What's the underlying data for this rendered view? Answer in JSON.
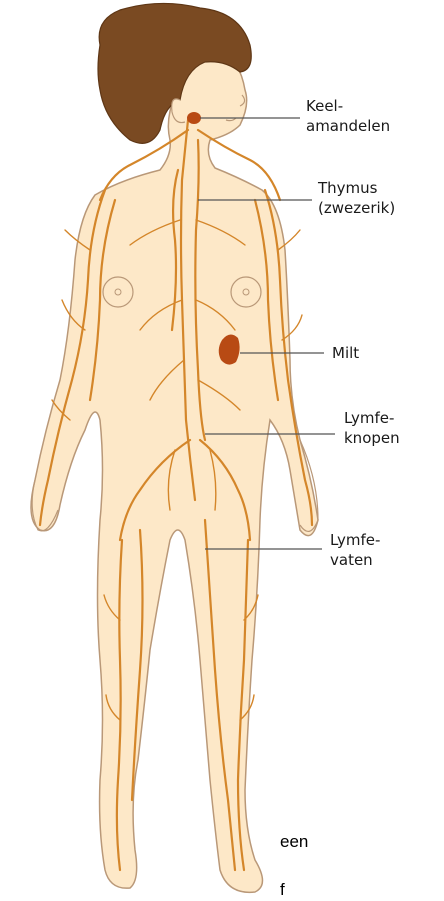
{
  "colors": {
    "skin": "#fde8c8",
    "skin_outline": "#b99878",
    "hair": "#7a4a22",
    "lymph": "#d4862a",
    "organ": "#b84a14",
    "leader": "#555555"
  },
  "labels": {
    "tonsils": "Keel-\namandelen",
    "thymus": "Thymus\n(zwezerik)",
    "spleen": "Milt",
    "nodes": "Lymfe-\nknopen",
    "vessels": "Lymfe-\nvaten"
  },
  "stray_text": {
    "line1": "een",
    "line2": "f"
  }
}
